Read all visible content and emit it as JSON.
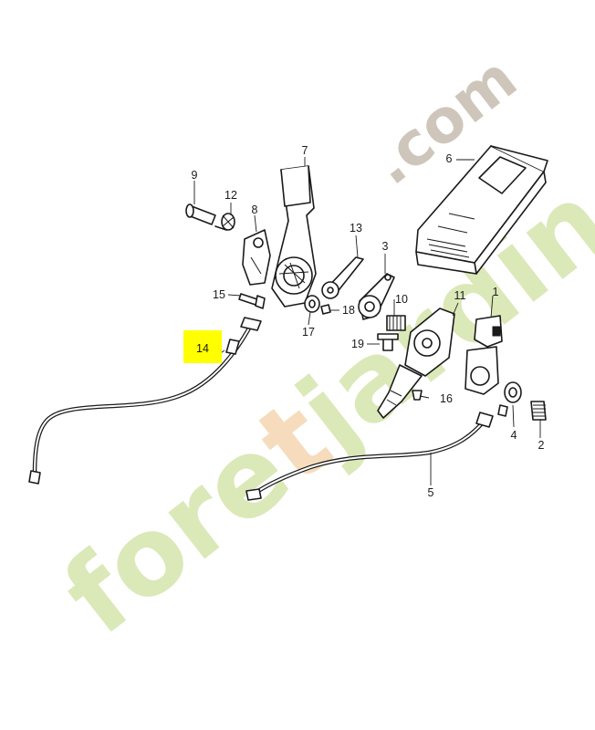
{
  "watermark": {
    "brand": "foretjardin",
    "suffix": ".com",
    "colors": {
      "main": "#dbe8b8",
      "accent": "#f6dcbc",
      "suffix": "#cfc6bb"
    }
  },
  "highlight_color": "#ffff00",
  "labels": {
    "p1": "1",
    "p2": "2",
    "p3": "3",
    "p4": "4",
    "p5": "5",
    "p6": "6",
    "p7": "7",
    "p8": "8",
    "p9": "9",
    "p10": "10",
    "p11": "11",
    "p12": "12",
    "p13": "13",
    "p14": "14",
    "p15": "15",
    "p16": "16",
    "p17": "17",
    "p18": "18",
    "p19": "19"
  }
}
